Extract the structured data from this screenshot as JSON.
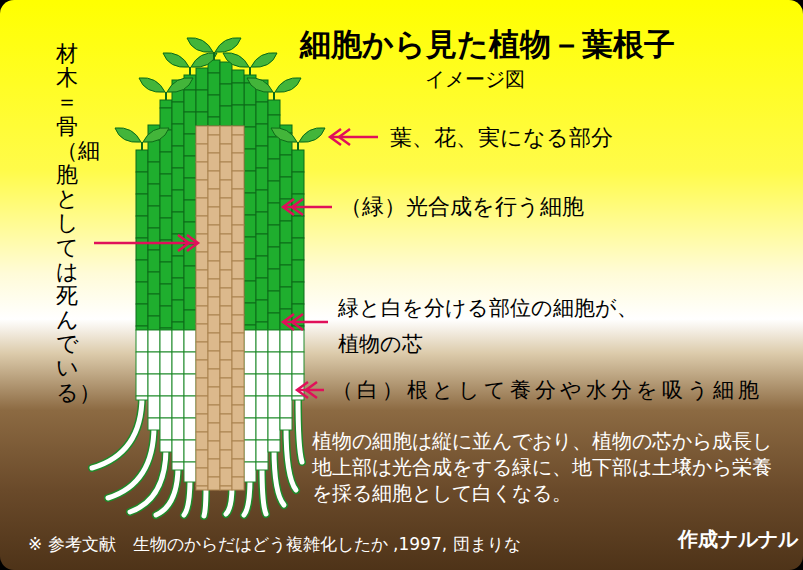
{
  "diagram": {
    "title": "細胞から見た植物－葉根子",
    "labels": [
      "イメージ図",
      "材木＝骨（細胞としては死んでいる）",
      "葉、花、実になる部分",
      "（緑）光合成を行う細胞",
      "緑と白を分ける部位の細胞が、 植物の芯",
      "（白）根として養分や水分を吸う細胞",
      "植物の細胞は縦に並んでおり、植物の芯から成長し 地上部は光合成をする緑に、地下部は土壌から栄養 を採る細胞として白くなる。",
      "※ 参考文献　生物のからだはどう複雑化したか ,1997, 団まりな",
      "作成ナルナル"
    ]
  }
}
